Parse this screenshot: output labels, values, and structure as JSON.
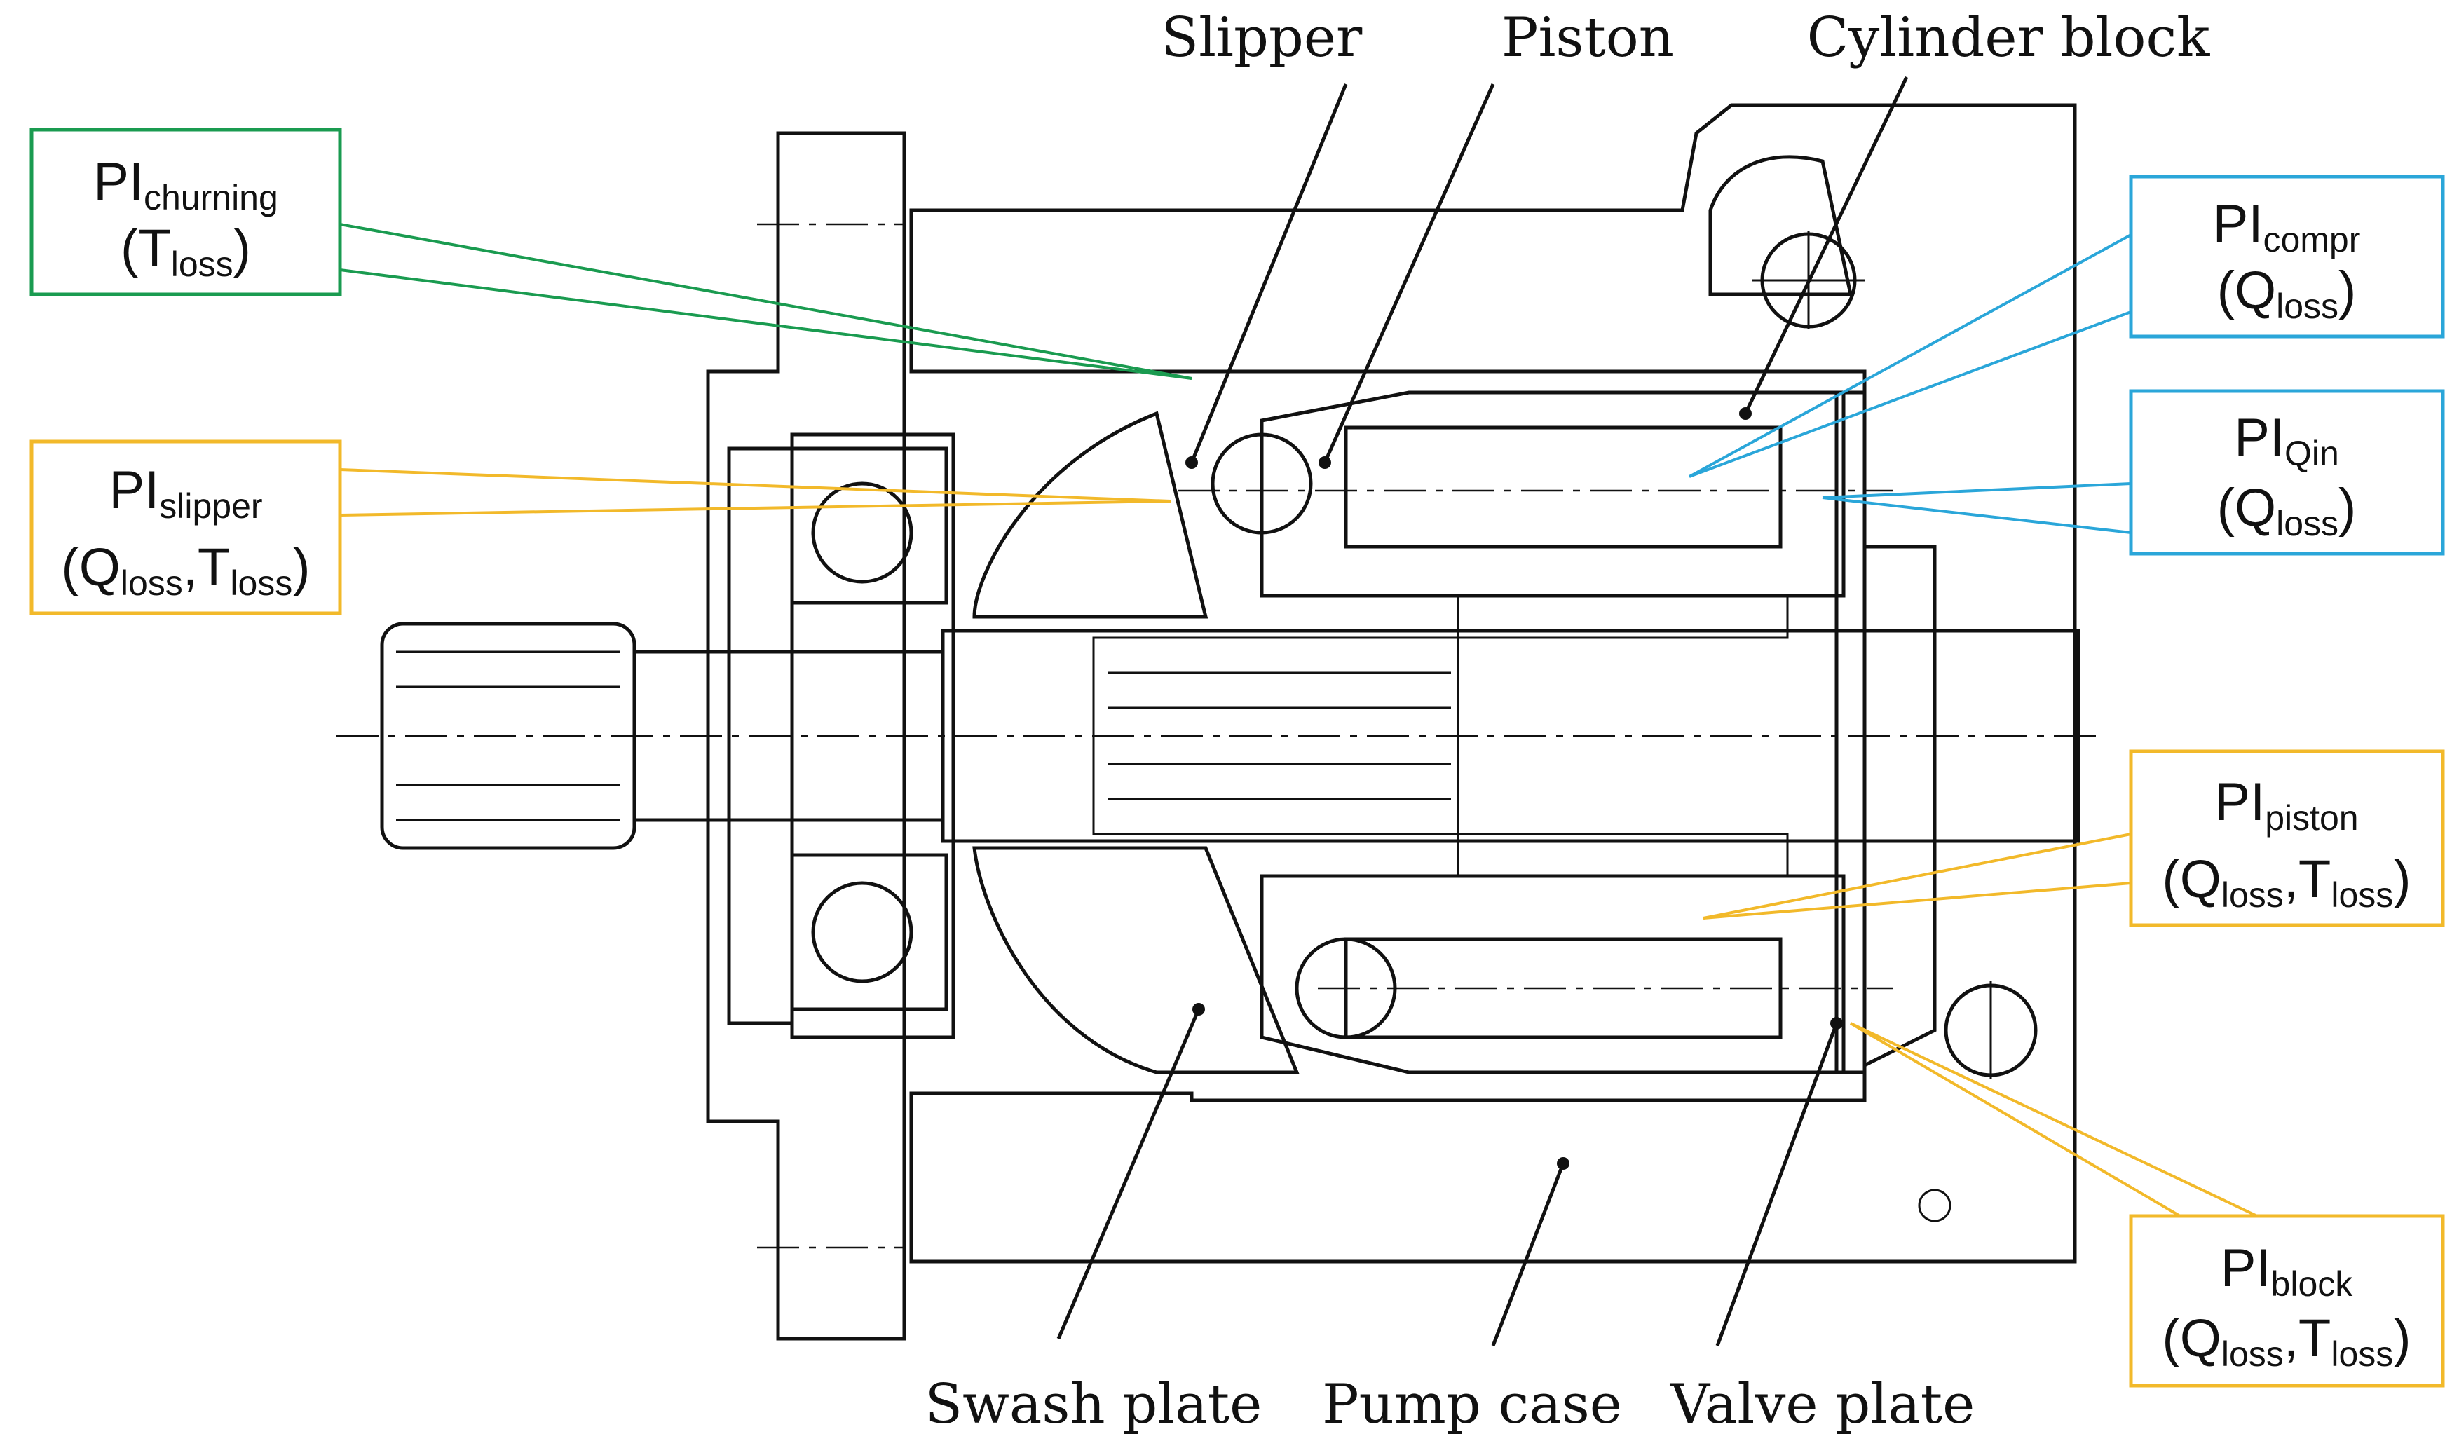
{
  "colors": {
    "green": "#1a9b50",
    "yellow": "#f2b92a",
    "blue": "#2aa6d9",
    "ink": "#111111"
  },
  "component_labels": {
    "slipper": "Slipper",
    "piston": "Piston",
    "cylinder_block": "Cylinder block",
    "swash_plate": "Swash plate",
    "pump_case": "Pump case",
    "valve_plate": "Valve plate"
  },
  "loss_boxes": {
    "churning": {
      "main": "PI",
      "sub": "churning",
      "line2_prefix": "(",
      "q": "",
      "t": "T",
      "loss_sub": "loss",
      "line2_suffix": ")"
    },
    "slipper": {
      "main": "PI",
      "sub": "slipper",
      "q": "Q",
      "t": "T",
      "loss_sub": "loss"
    },
    "compr": {
      "main": "PI",
      "sub": "compr",
      "q": "Q",
      "loss_sub": "loss"
    },
    "qin": {
      "main": "PI",
      "sub": "Qin",
      "q": "Q",
      "loss_sub": "loss"
    },
    "piston": {
      "main": "PI",
      "sub": "piston",
      "q": "Q",
      "t": "T",
      "loss_sub": "loss"
    },
    "block": {
      "main": "PI",
      "sub": "block",
      "q": "Q",
      "t": "T",
      "loss_sub": "loss"
    }
  }
}
